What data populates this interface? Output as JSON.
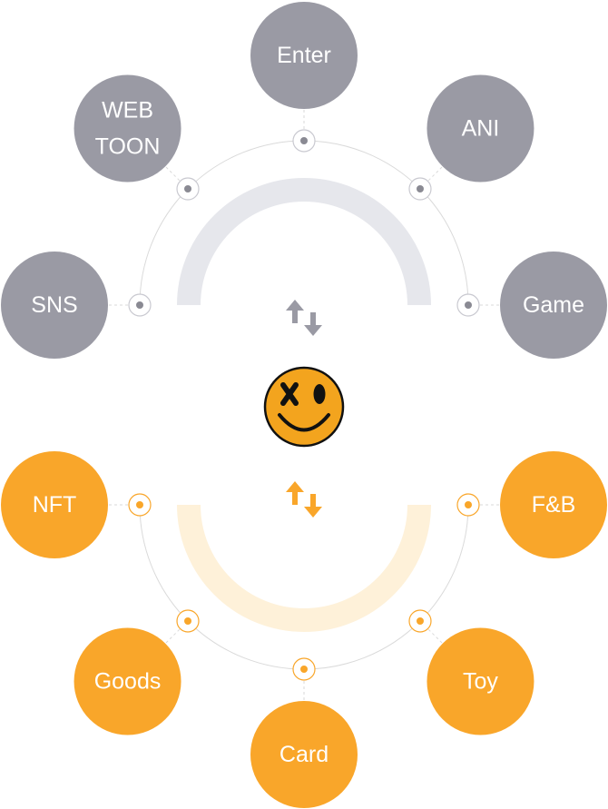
{
  "colors": {
    "gray_node": "#9a9aa4",
    "gray_arc": "#e6e7ec",
    "gray_arrow": "#9a9aa4",
    "orange_node": "#f9a62a",
    "orange_arc": "#fef1d9",
    "orange_arrow": "#f9a62a",
    "line": "#dadada",
    "node_text": "#ffffff",
    "smiley_face": "#f3a41e",
    "smiley_ink": "#111111"
  },
  "icons": {
    "center": "smiley-face-icon",
    "exchange": "up-down-arrows-icon",
    "connector": "target-dot-icon"
  },
  "top_nodes": [
    {
      "id": "sns",
      "lines": [
        "SNS"
      ]
    },
    {
      "id": "webtoon",
      "lines": [
        "WEB",
        "TOON"
      ]
    },
    {
      "id": "enter",
      "lines": [
        "Enter"
      ]
    },
    {
      "id": "ani",
      "lines": [
        "ANI"
      ]
    },
    {
      "id": "game",
      "lines": [
        "Game"
      ]
    }
  ],
  "bottom_nodes": [
    {
      "id": "nft",
      "lines": [
        "NFT"
      ]
    },
    {
      "id": "goods",
      "lines": [
        "Goods"
      ]
    },
    {
      "id": "card",
      "lines": [
        "Card"
      ]
    },
    {
      "id": "toy",
      "lines": [
        "Toy"
      ]
    },
    {
      "id": "fb",
      "lines": [
        "F&B"
      ]
    }
  ]
}
